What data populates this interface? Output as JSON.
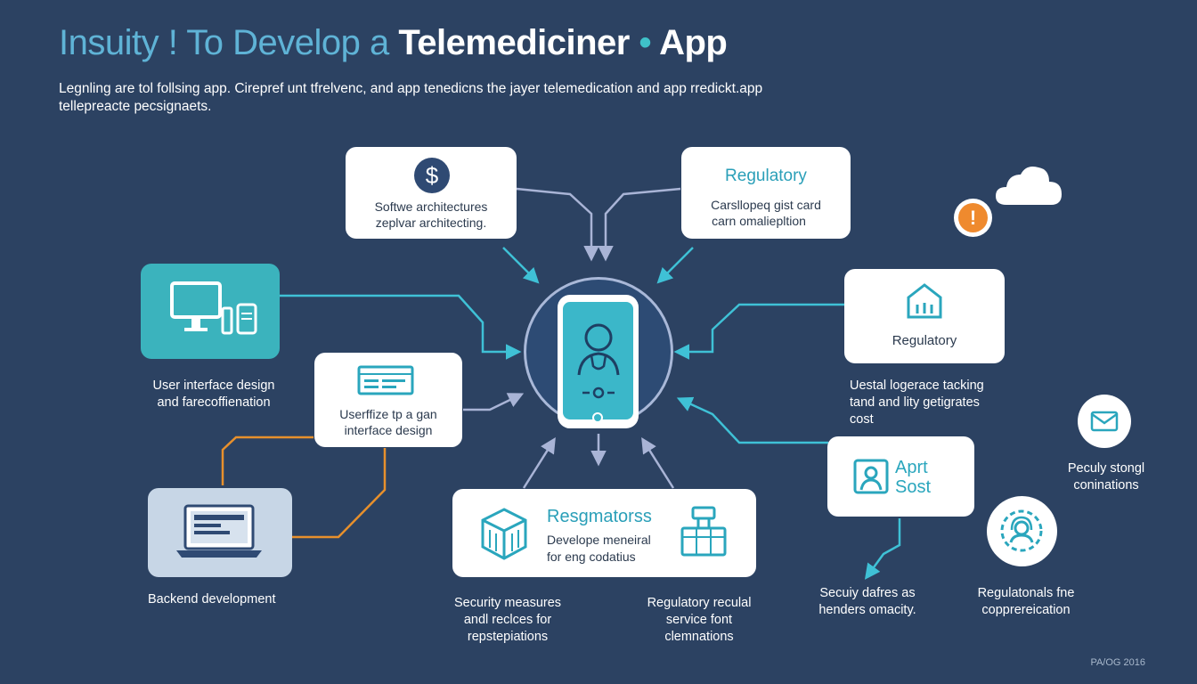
{
  "title": {
    "part1": "Insuity ! To Develop a ",
    "part2": "Telemediciner",
    "dot": " • ",
    "part3": "App"
  },
  "subtitle": "Legnling are tol follsing app. Cirepref unt tfrelvenc, and app tenedicns the jayer telemedication and app rredickt.app tellepreacte pecsignaets.",
  "cards": {
    "software": {
      "line1": "Softwe architectures",
      "line2": "zeplvar architecting."
    },
    "regulatory_top": {
      "heading": "Regulatory",
      "line1": "Carsllopeq gist card",
      "line2": "carn omaliepltion"
    },
    "regulatory_right": {
      "heading": "Regulatory"
    },
    "userfize": {
      "line1": "Userffize tp a gan",
      "line2": "interface design"
    },
    "resgmatorss": {
      "heading": "Resgmatorss",
      "line1": "Develope meneiral",
      "line2": "for eng codatius"
    },
    "aprt": {
      "line1": "Aprt",
      "line2": "Sost"
    }
  },
  "labels": {
    "ui_design": {
      "line1": "User interface design",
      "line2": "and farecoffienation"
    },
    "backend": "Backend development",
    "ustal": {
      "line1": "Uestal logerace tacking",
      "line2": "tand and lity getigrates",
      "line3": "cost"
    },
    "peculy": {
      "line1": "Peculy stongl",
      "line2": "coninations"
    },
    "security": {
      "line1": "Security measures",
      "line2": "andl reclces for",
      "line3": "repstepiations"
    },
    "regulatory_recial": {
      "line1": "Regulatory reculal",
      "line2": "service font",
      "line3": "clemnations"
    },
    "secuiy": {
      "line1": "Secuiy dafres as",
      "line2": "henders omacity."
    },
    "regulatonals": {
      "line1": "Regulatonals fne",
      "line2": "copprereication"
    }
  },
  "icons": {
    "dollar_symbol": "$",
    "alert_symbol": "!"
  },
  "footer": "PA/OG 2016",
  "colors": {
    "background": "#2c4262",
    "teal": "#3bb3bd",
    "accent_blue": "#5fb3d6",
    "orange": "#e8902c",
    "arrow_gray": "#a9b4d6",
    "phone_ring": "#a9b8d8"
  }
}
